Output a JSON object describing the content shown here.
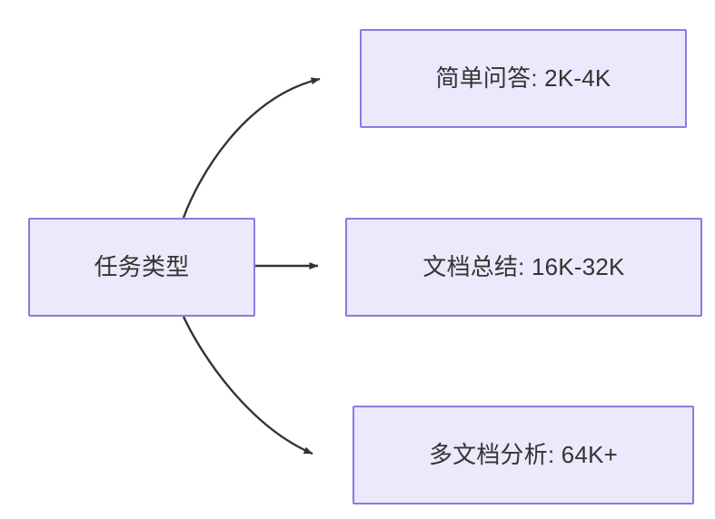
{
  "diagram": {
    "type": "flowchart",
    "direction": "left-to-right",
    "background_color": "#ffffff",
    "node_fill_color": "#ebe9fb",
    "node_border_color": "#8d7ae0",
    "node_text_color": "#333333",
    "edge_color": "#333333",
    "nodes": [
      {
        "id": "root",
        "label": "任务类型"
      },
      {
        "id": "simple_qa",
        "label": "简单问答: 2K-4K"
      },
      {
        "id": "doc_summary",
        "label": "文档总结: 16K-32K"
      },
      {
        "id": "multi_doc",
        "label": "多文档分析: 64K+"
      }
    ],
    "edges": [
      {
        "from": "root",
        "to": "simple_qa",
        "arrow": "arrow-head-top"
      },
      {
        "from": "root",
        "to": "doc_summary",
        "arrow": "arrow-head-middle"
      },
      {
        "from": "root",
        "to": "multi_doc",
        "arrow": "arrow-head-bottom"
      }
    ]
  }
}
